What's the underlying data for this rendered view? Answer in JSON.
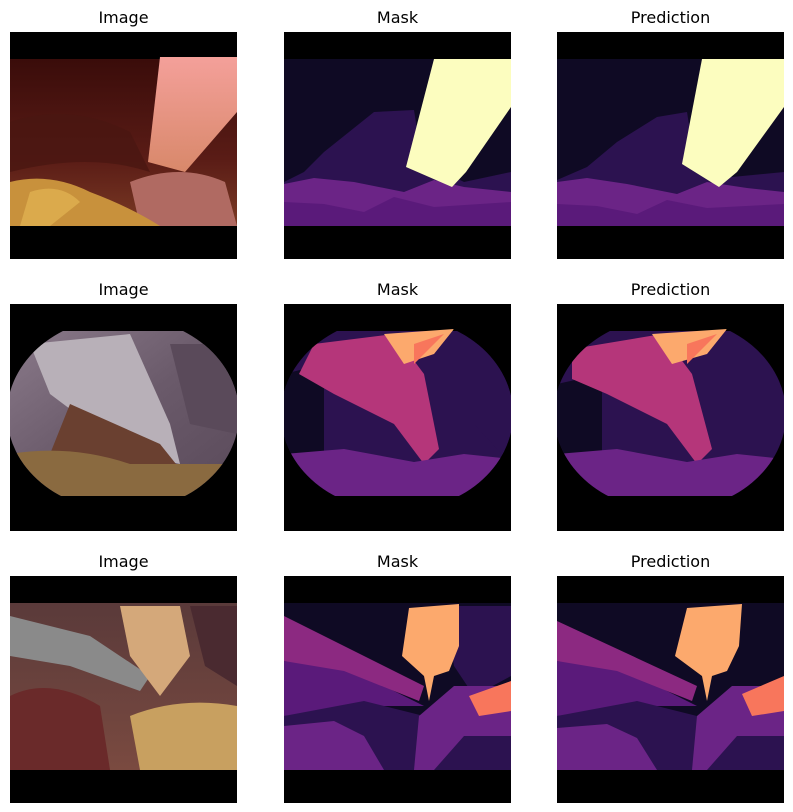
{
  "figure": {
    "rows": [
      {
        "image_title": "Image",
        "mask_title": "Mask",
        "prediction_title": "Prediction"
      },
      {
        "image_title": "Image",
        "mask_title": "Mask",
        "prediction_title": "Prediction"
      },
      {
        "image_title": "Image",
        "mask_title": "Mask",
        "prediction_title": "Prediction"
      }
    ]
  },
  "palette": {
    "background": "#000000",
    "dark_navy": "#0f0a24",
    "indigo": "#2c1250",
    "purple": "#5a1a7a",
    "violet": "#6b2486",
    "magenta": "#8c2981",
    "rose": "#b5367a",
    "orange": "#f8765c",
    "peach": "#fca96d",
    "cream": "#fcfdbf"
  }
}
